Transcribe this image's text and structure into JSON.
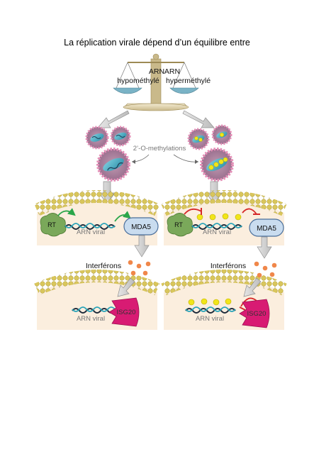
{
  "title": "La réplication virale dépend d’un équilibre entre",
  "balance": {
    "left": {
      "line1": "ARN",
      "line2": "hypométhylé"
    },
    "right": {
      "line1": "ARN",
      "line2": "hyperméthylé"
    }
  },
  "methylation_label": "2’-O-methylations",
  "panels": {
    "rt_label": "RT",
    "rna_label": "ARN viral",
    "mda5_label": "MDA5",
    "interferons_label": "Interférons",
    "isg20_label": "ISG20"
  },
  "colors": {
    "membrane_head": "#d6c45a",
    "cytoplasm": "#fbeede",
    "rt": "#7aa85a",
    "mda5": "#c9dcef",
    "isg20": "#d81b73",
    "interferon": "#f0874a",
    "methyl": "#f1e51a",
    "activate_arrow": "#2aa64a",
    "inhibit_arrow": "#d62a2a"
  }
}
